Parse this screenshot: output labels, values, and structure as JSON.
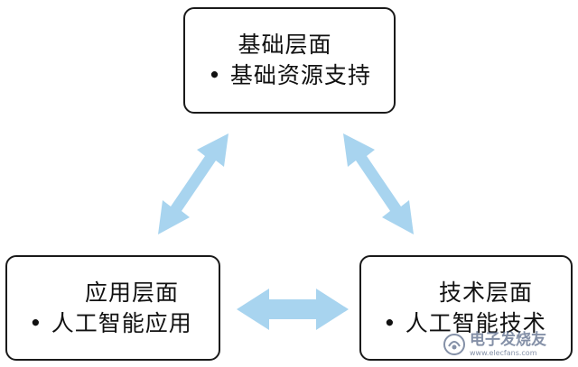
{
  "nodes": {
    "top": {
      "title": "基础层面",
      "bullet": "• 基础资源支持"
    },
    "left": {
      "title": "应用层面",
      "bullet": "• 人工智能应用"
    },
    "right": {
      "title": "技术层面",
      "bullet": "• 人工智能技术"
    }
  },
  "colors": {
    "arrow_fill": "#a8d4ef",
    "box_border": "#1a1a1a"
  },
  "watermark": {
    "name": "电子发烧友",
    "url": "www.elecfans.com"
  }
}
